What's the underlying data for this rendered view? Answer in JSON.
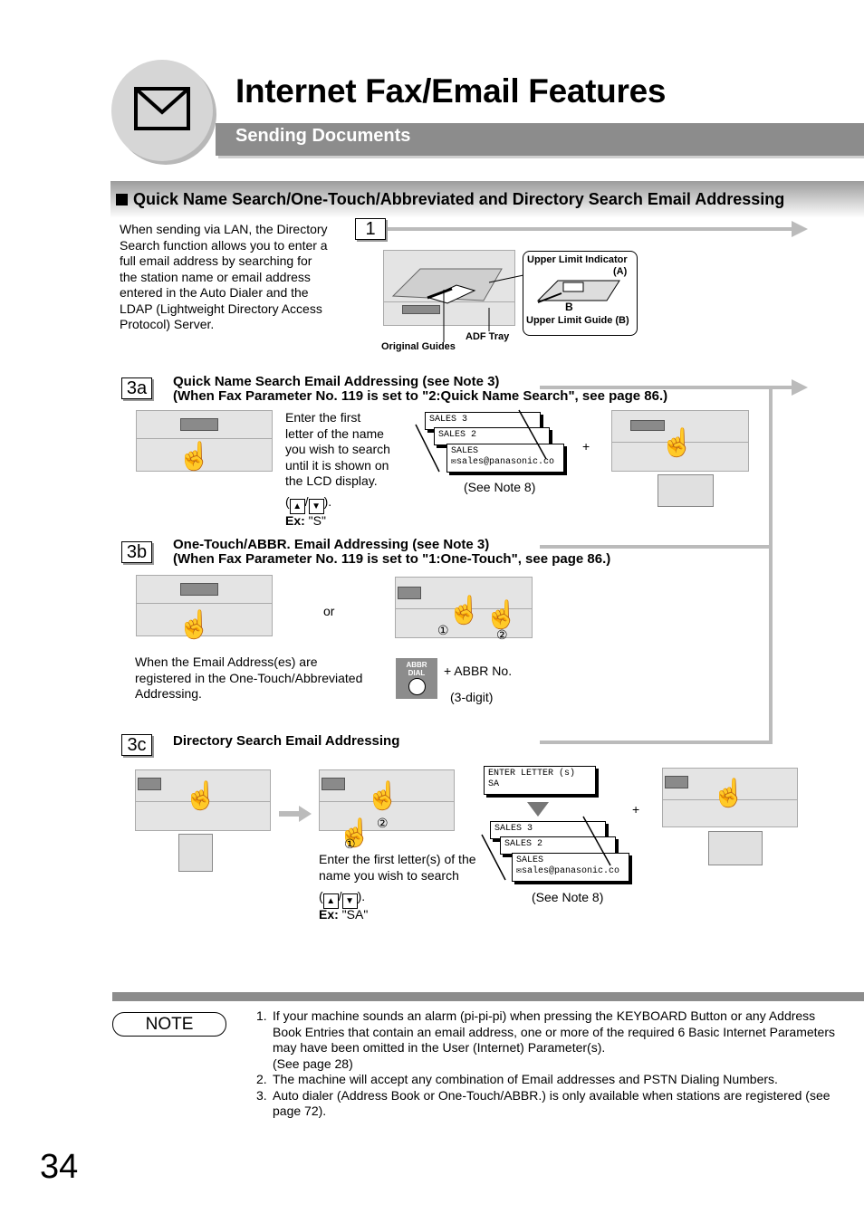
{
  "header": {
    "title": "Internet Fax/Email Features",
    "subtitle": "Sending Documents"
  },
  "section": {
    "title": "Quick Name Search/One-Touch/Abbreviated and Directory Search Email Addressing"
  },
  "intro": {
    "lines": [
      "When sending via LAN, the Directory",
      "Search function allows you to enter a",
      "full email address by searching for",
      "the station name or email address",
      "entered in the Auto Dialer and the",
      "LDAP (Lightweight Directory Access",
      "Protocol) Server."
    ]
  },
  "step1": {
    "label": "1",
    "upper_limit_indicator": "Upper Limit Indicator",
    "a_paren": "(A)",
    "a": "A",
    "b": "B",
    "upper_limit_guide": "Upper Limit Guide (B)",
    "adf_tray": "ADF Tray",
    "original_guides": "Original Guides"
  },
  "step3a": {
    "label": "3a",
    "heading1": "Quick Name Search Email Addressing (see Note 3)",
    "heading2": "(When Fax Parameter No. 119 is set to \"2:Quick Name Search\", see page 86.)",
    "desc": [
      "Enter the first",
      "letter of the name",
      "you wish to search",
      "until it is shown on",
      "the LCD display."
    ],
    "paren_open": "(",
    "slash": "/",
    "paren_close": ").",
    "up_key": "▲",
    "down_key": "▼",
    "ex_label": "Ex:",
    "ex_value": " \"S\"",
    "lcd": [
      "SALES 3",
      "SALES 2",
      "SALES",
      "sales@panasonic.co"
    ],
    "mail_glyph": "✉",
    "see_note": "(See Note 8)",
    "plus": "+"
  },
  "step3b": {
    "label": "3b",
    "heading1": "One-Touch/ABBR. Email Addressing (see Note 3)",
    "heading2": "(When Fax Parameter No. 119 is set to \"1:One-Touch\", see page 86.)",
    "or": "or",
    "circ1": "①",
    "circ2": "②",
    "desc": [
      "When the Email Address(es) are",
      "registered in the One-Touch/Abbreviated",
      "Addressing."
    ],
    "abbr_line1": "ABBR",
    "abbr_line2": "DIAL",
    "abbr_no": "+ ABBR No.",
    "digits": "(3-digit)"
  },
  "step3c": {
    "label": "3c",
    "heading": "Directory Search Email Addressing",
    "lcd_top": [
      "ENTER LETTER (s)",
      "SA"
    ],
    "lcd": [
      "SALES 3",
      "SALES 2",
      "SALES",
      "sales@panasonic.co"
    ],
    "desc": [
      "Enter the first letter(s) of the",
      "name you wish to search"
    ],
    "circ1": "①",
    "circ2": "②",
    "ex_label": "Ex:",
    "ex_value": " \"SA\"",
    "see_note": "(See Note 8)",
    "plus": "+"
  },
  "note": {
    "label": "NOTE",
    "items": [
      "If your machine sounds an alarm (pi-pi-pi) when pressing the KEYBOARD Button or any Address Book Entries that contain an email address, one or more of the required 6 Basic Internet Parameters may have been omitted in the User (Internet) Parameter(s).",
      "The machine will accept any combination of Email addresses and PSTN Dialing Numbers.",
      "Auto dialer (Address Book or One-Touch/ABBR.) is only available when stations are registered (see page 72)."
    ],
    "item1_extra": "(See page 28)",
    "nums": [
      "1.",
      "2.",
      "3."
    ]
  },
  "page_number": "34",
  "icons": {
    "envelope": "envelope-icon",
    "hand": "☝"
  }
}
